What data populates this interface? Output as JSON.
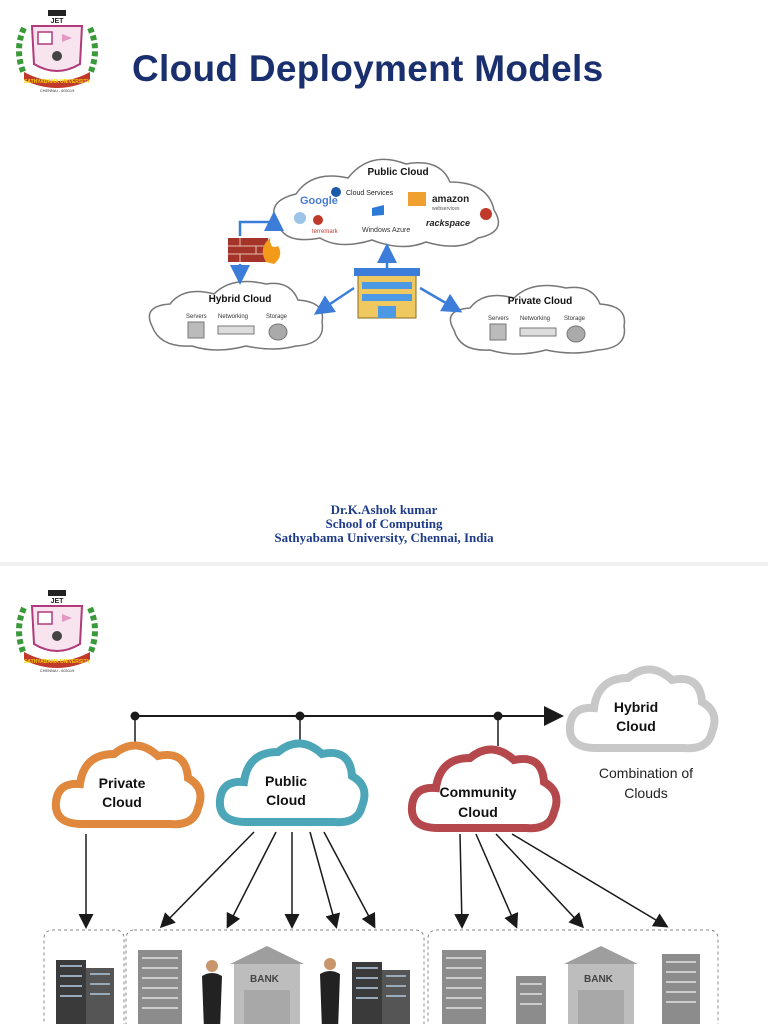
{
  "slide1": {
    "title": "Cloud Deployment Models",
    "logo": {
      "top_text": "JET",
      "ring_text": "SATHYABAMA UNIVERSITY",
      "sub_text": "CHENNAI - 600119"
    },
    "diagram": {
      "public_cloud": {
        "label": "Public Cloud",
        "providers": [
          "Google",
          "Cloud Services",
          "amazon",
          "webservices",
          "terremark",
          "Windows Azure",
          "rackspace"
        ]
      },
      "hybrid_cloud": {
        "label": "Hybrid Cloud",
        "items": [
          "Servers",
          "Networking",
          "Storage"
        ]
      },
      "private_cloud": {
        "label": "Private Cloud",
        "items": [
          "Servers",
          "Networking",
          "Storage"
        ]
      }
    },
    "byline": [
      "Dr.K.Ashok kumar",
      "School of Computing",
      "Sathyabama University, Chennai, India"
    ]
  },
  "slide2": {
    "logo": {
      "top_text": "JET",
      "ring_text": "SATHYABAMA UNIVERSITY",
      "sub_text": "CHENNAI - 600119"
    },
    "clouds": {
      "private": [
        "Private",
        "Cloud"
      ],
      "public": [
        "Public",
        "Cloud"
      ],
      "community": [
        "Community",
        "Cloud"
      ],
      "hybrid": [
        "Hybrid",
        "Cloud"
      ]
    },
    "hybrid_caption": [
      "Combination of",
      "Clouds"
    ],
    "bank_label": "BANK"
  }
}
